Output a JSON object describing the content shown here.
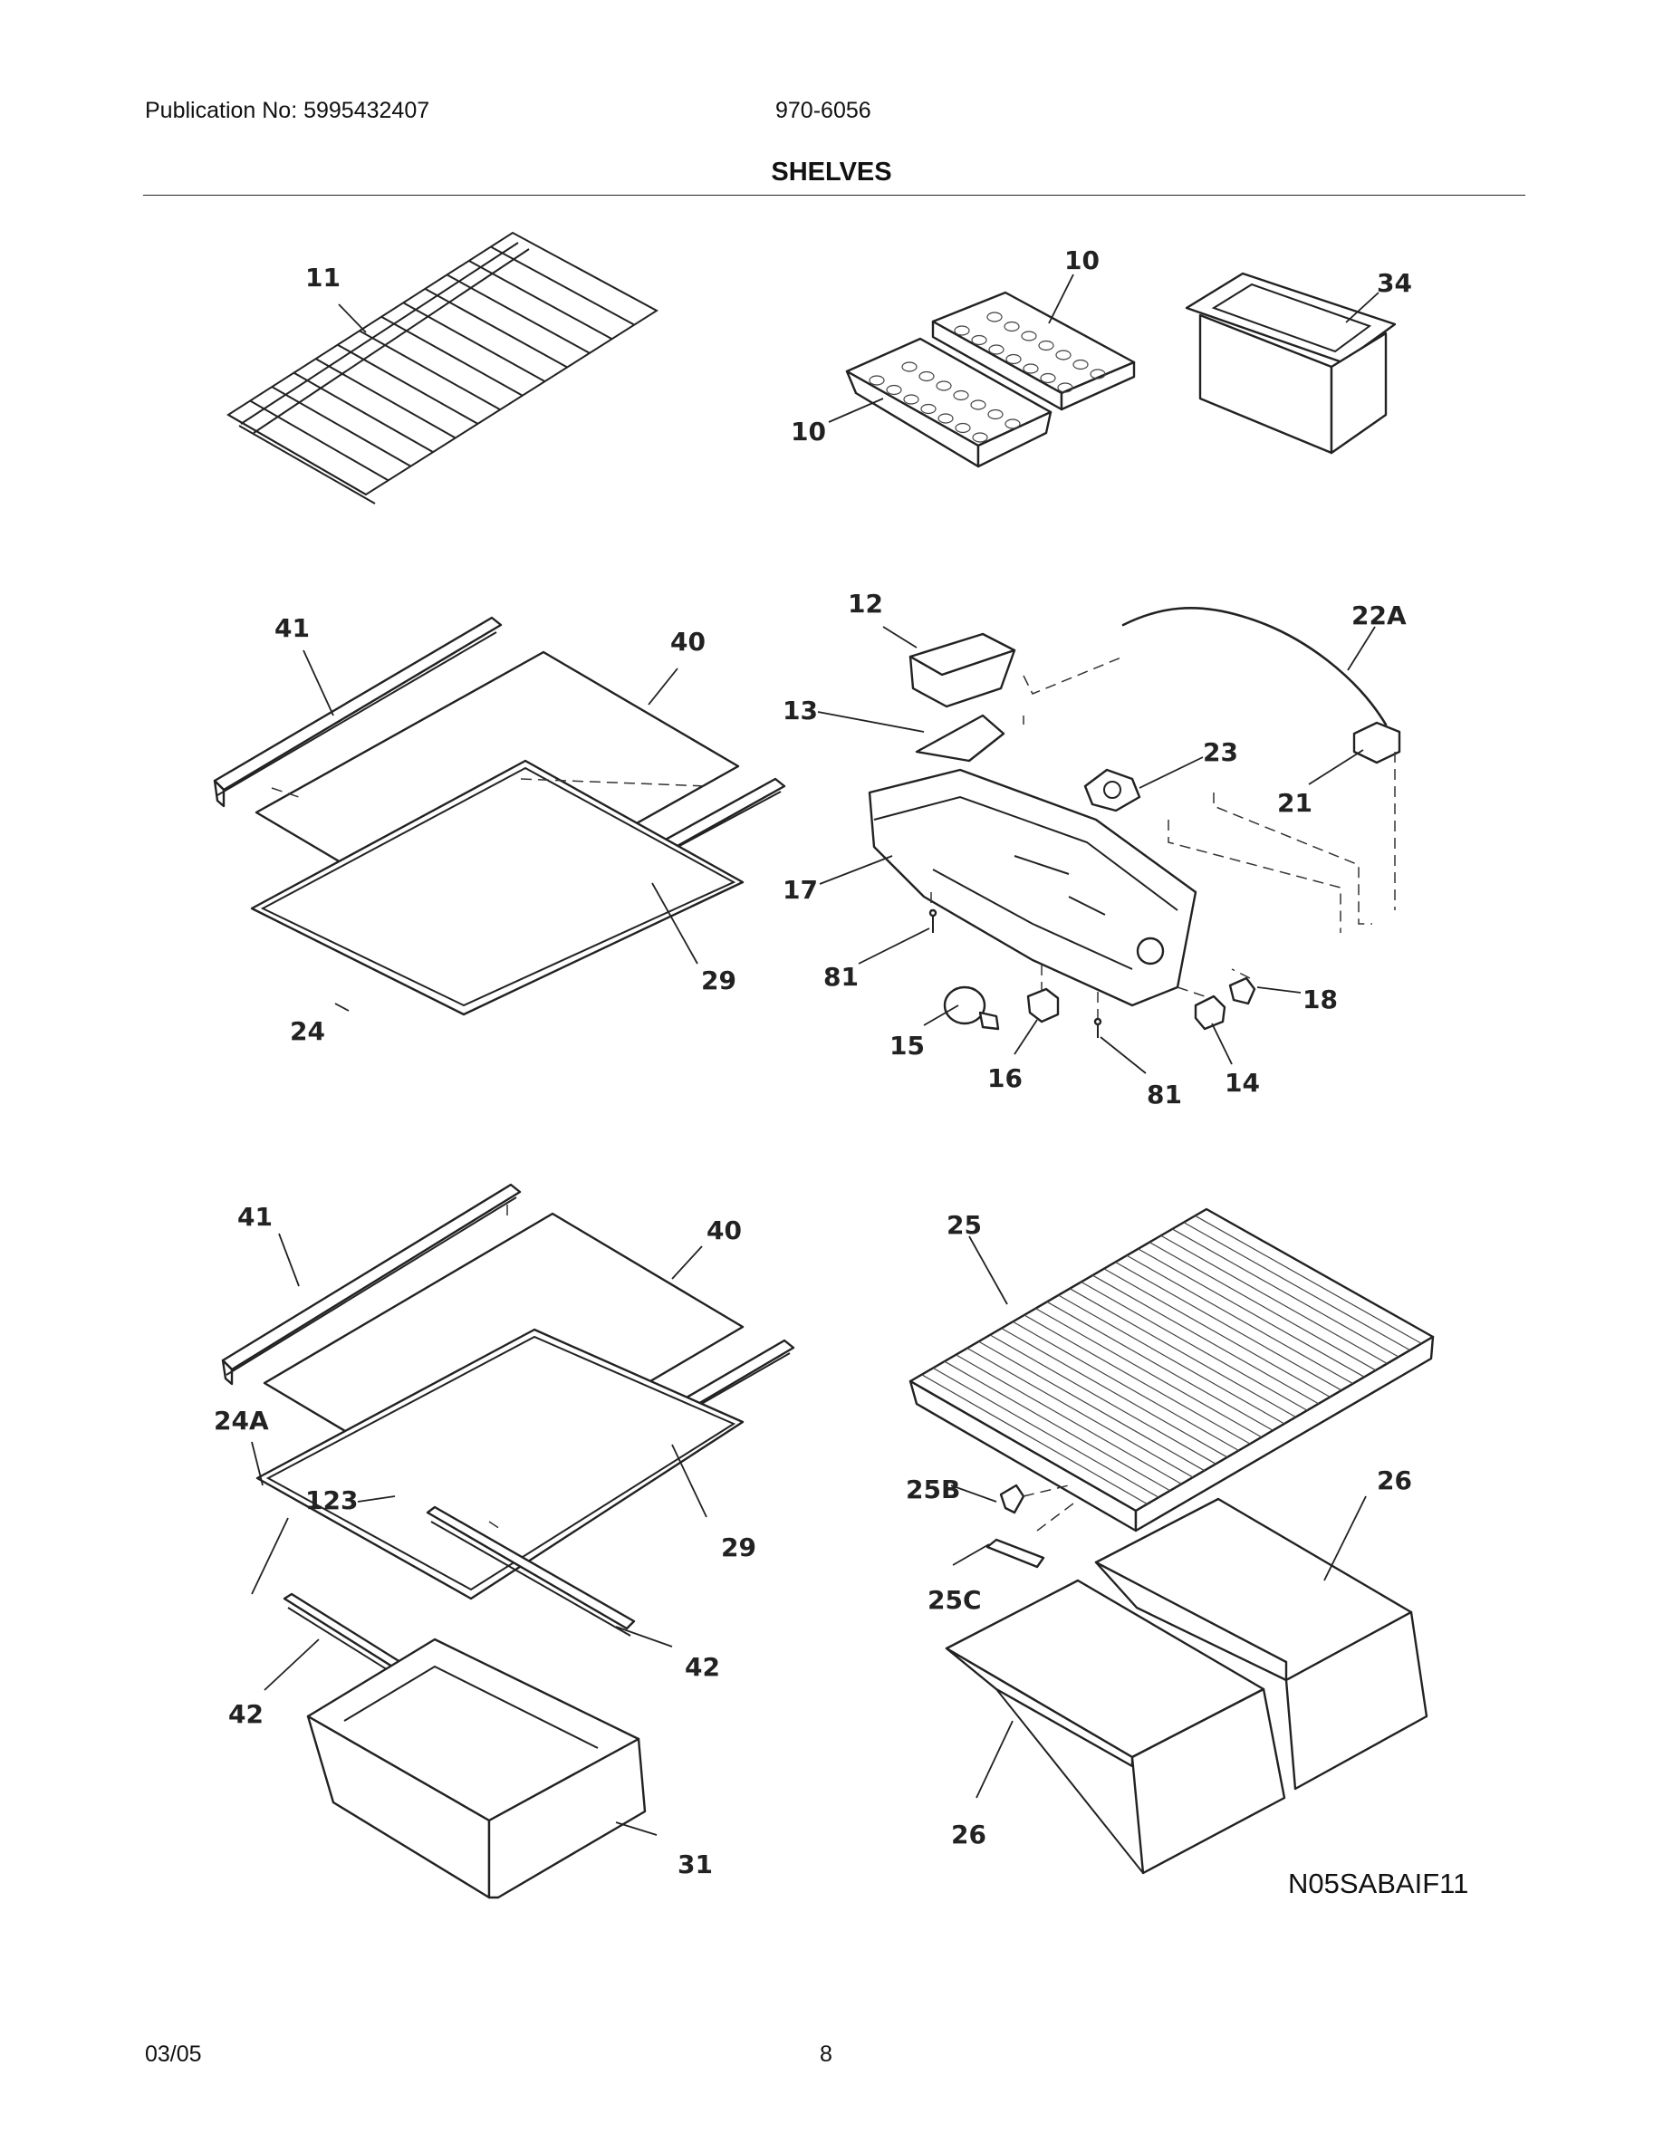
{
  "header": {
    "publication": "Publication No: 5995432407",
    "model": "970-6056",
    "section_title": "SHELVES"
  },
  "diagram_code": "N05SABAIF11",
  "footer": {
    "date": "03/05",
    "page": "8"
  },
  "callouts": {
    "wire_shelf": "11",
    "ice_tray_upper": "10",
    "ice_tray_lower": "10",
    "bucket": "34",
    "trim_top": "41",
    "glass_top": "40",
    "trim_front_top": "29",
    "frame_top": "24",
    "light_shield": "12",
    "lens": "13",
    "wire_harness": "22A",
    "thermostat": "23",
    "connector": "21",
    "housing": "17",
    "screw_left": "81",
    "knob": "18",
    "bulb": "15",
    "socket": "16",
    "screw_right": "81",
    "switch": "14",
    "trim_bottom": "41",
    "glass_bottom": "40",
    "frame_bottom": "24A",
    "screw_123": "123",
    "trim_front_bottom": "29",
    "rail_right": "42",
    "rail_left": "42",
    "drawer": "31",
    "crisper_cover": "25",
    "slider_25b": "25B",
    "slide_25c": "25C",
    "crisper_right": "26",
    "crisper_left": "26"
  }
}
